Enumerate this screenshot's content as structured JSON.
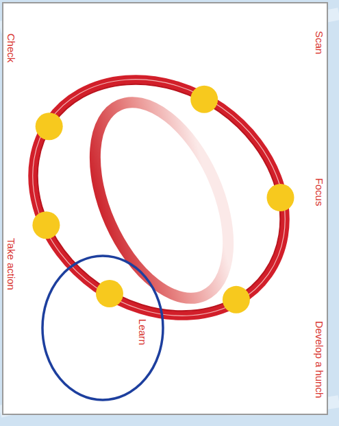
{
  "diagram": {
    "labels": [
      "Scan",
      "Focus",
      "Develop a hunch",
      "Learn",
      "Take action",
      "Check"
    ]
  }
}
